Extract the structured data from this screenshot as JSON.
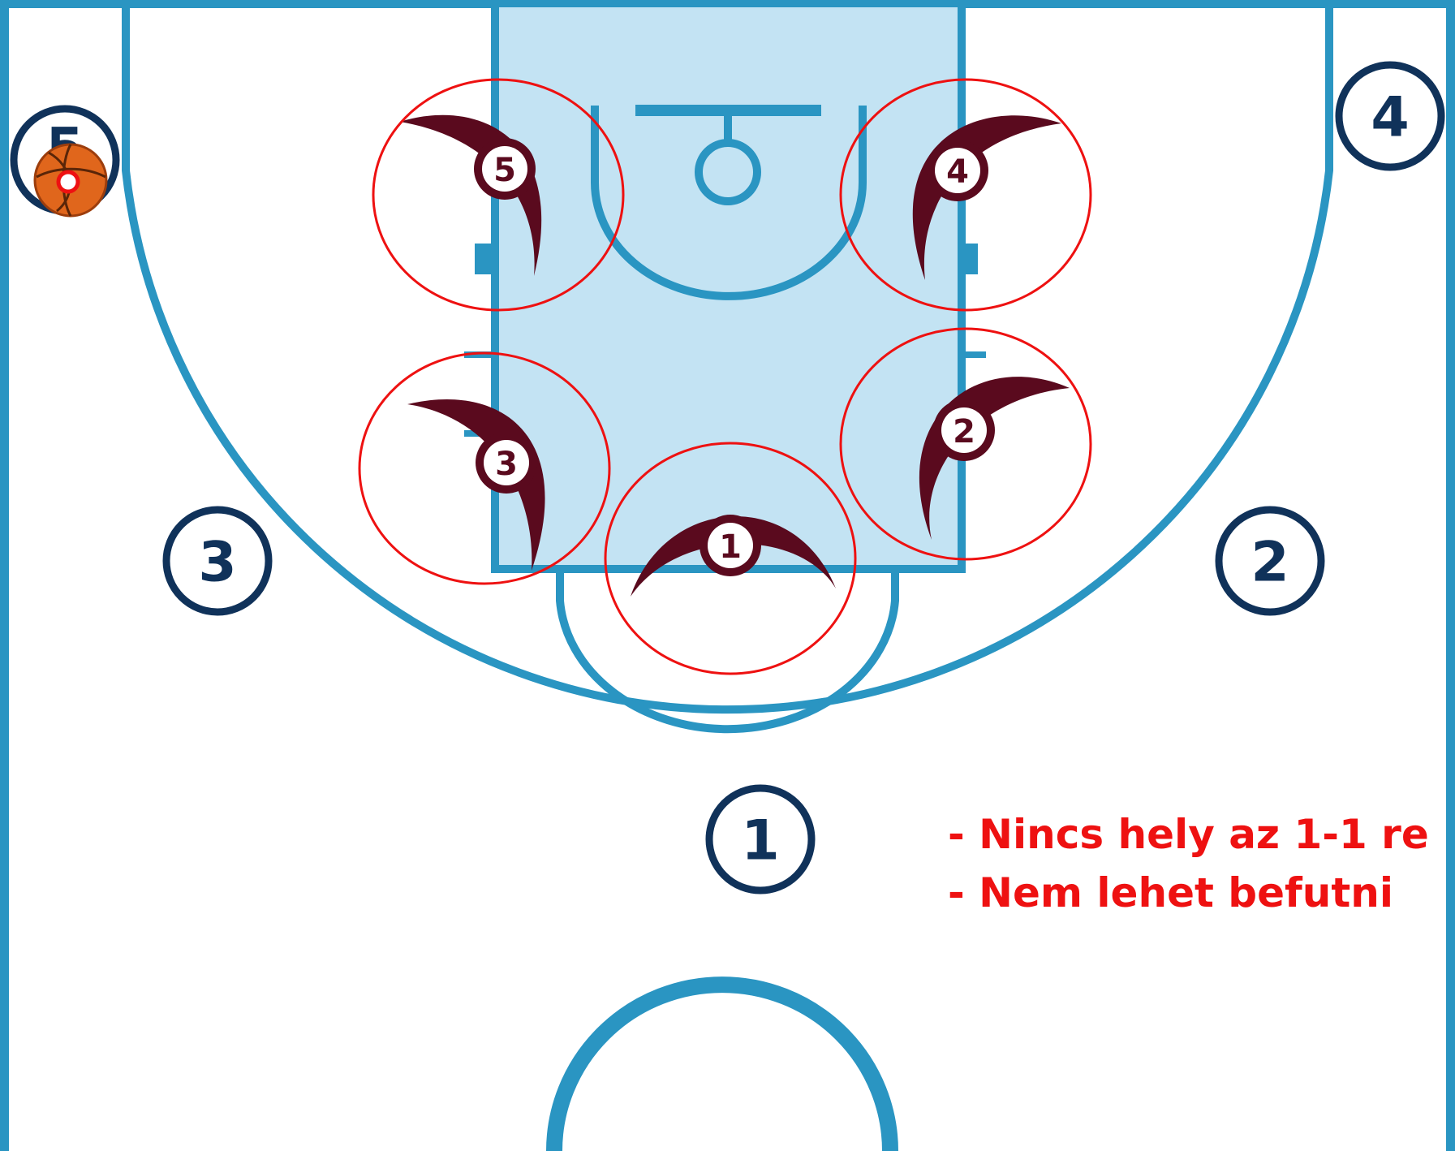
{
  "offense_players": [
    {
      "id": "off-1",
      "number": "1"
    },
    {
      "id": "off-2",
      "number": "2"
    },
    {
      "id": "off-3",
      "number": "3"
    },
    {
      "id": "off-4",
      "number": "4"
    },
    {
      "id": "off-5",
      "number": "5"
    }
  ],
  "defense_players": [
    {
      "id": "def-1",
      "number": "1"
    },
    {
      "id": "def-2",
      "number": "2"
    },
    {
      "id": "def-3",
      "number": "3"
    },
    {
      "id": "def-4",
      "number": "4"
    },
    {
      "id": "def-5",
      "number": "5"
    }
  ],
  "notes": [
    "- Nincs hely az 1-1 re",
    "- Nem lehet befutni"
  ],
  "colors": {
    "court_line": "#2a95c2",
    "paint_fill": "#c3e3f3",
    "offense": "#10325a",
    "defense": "#5a0a1e",
    "highlight": "#ee1111",
    "ball": "#e0661c"
  }
}
